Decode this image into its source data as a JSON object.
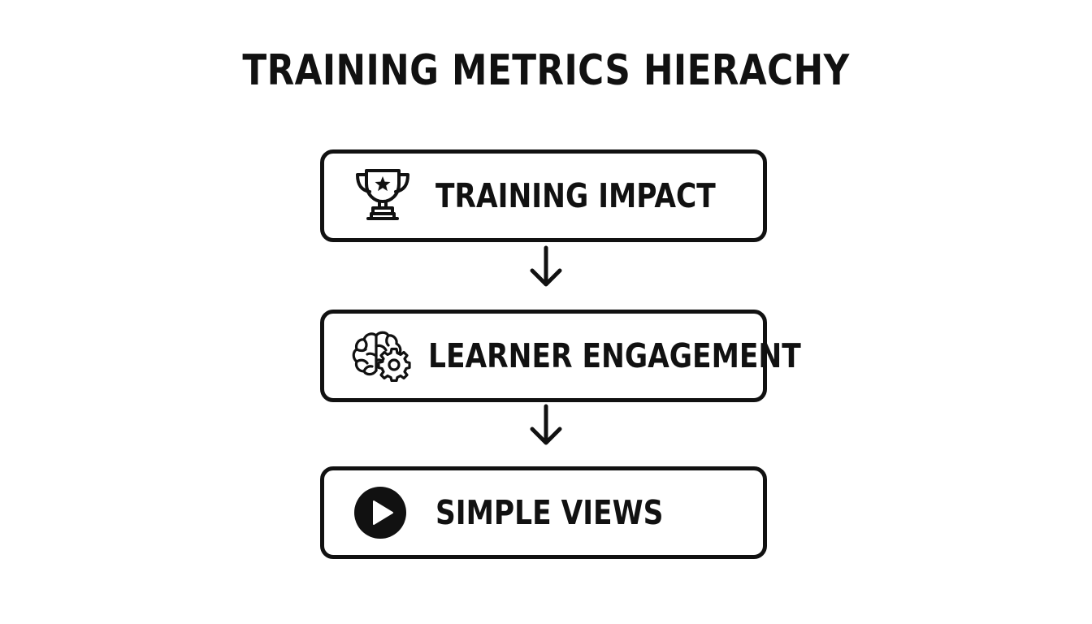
{
  "title": "TRAINING METRICS HIERACHY",
  "levels": [
    {
      "label": "TRAINING IMPACT",
      "icon": "trophy-icon"
    },
    {
      "label": "LEARNER ENGAGEMENT",
      "icon": "brain-gear-icon"
    },
    {
      "label": "SIMPLE VIEWS",
      "icon": "play-icon"
    }
  ],
  "connector_icon": "arrow-down-icon",
  "colors": {
    "stroke": "#111111",
    "background": "#ffffff"
  }
}
